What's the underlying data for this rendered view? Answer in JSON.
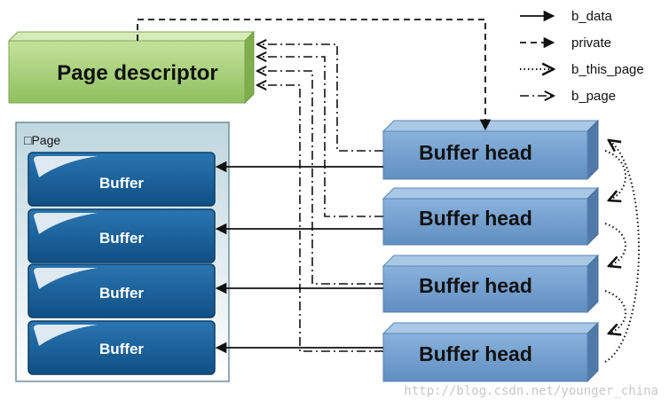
{
  "page_descriptor": {
    "label": "Page descriptor"
  },
  "page": {
    "label": "□Page"
  },
  "buffers": [
    {
      "label": "Buffer"
    },
    {
      "label": "Buffer"
    },
    {
      "label": "Buffer"
    },
    {
      "label": "Buffer"
    }
  ],
  "buffer_heads": [
    {
      "label": "Buffer head"
    },
    {
      "label": "Buffer head"
    },
    {
      "label": "Buffer head"
    },
    {
      "label": "Buffer head"
    }
  ],
  "legend": [
    {
      "label": "b_data",
      "style": "solid"
    },
    {
      "label": "private",
      "style": "dashed"
    },
    {
      "label": "b_this_page",
      "style": "dotted"
    },
    {
      "label": "b_page",
      "style": "dashdot"
    }
  ],
  "watermark": "http://blog.csdn.net/younger_china",
  "colors": {
    "page_descriptor": "#a9d07a",
    "page_descriptor_dark": "#86b356",
    "page_box": "#a9c7d1",
    "buffer": "#1a5e96",
    "buffer_head": "#6d9ac9",
    "buffer_head_dark": "#4f79a8",
    "line": "#111111"
  }
}
